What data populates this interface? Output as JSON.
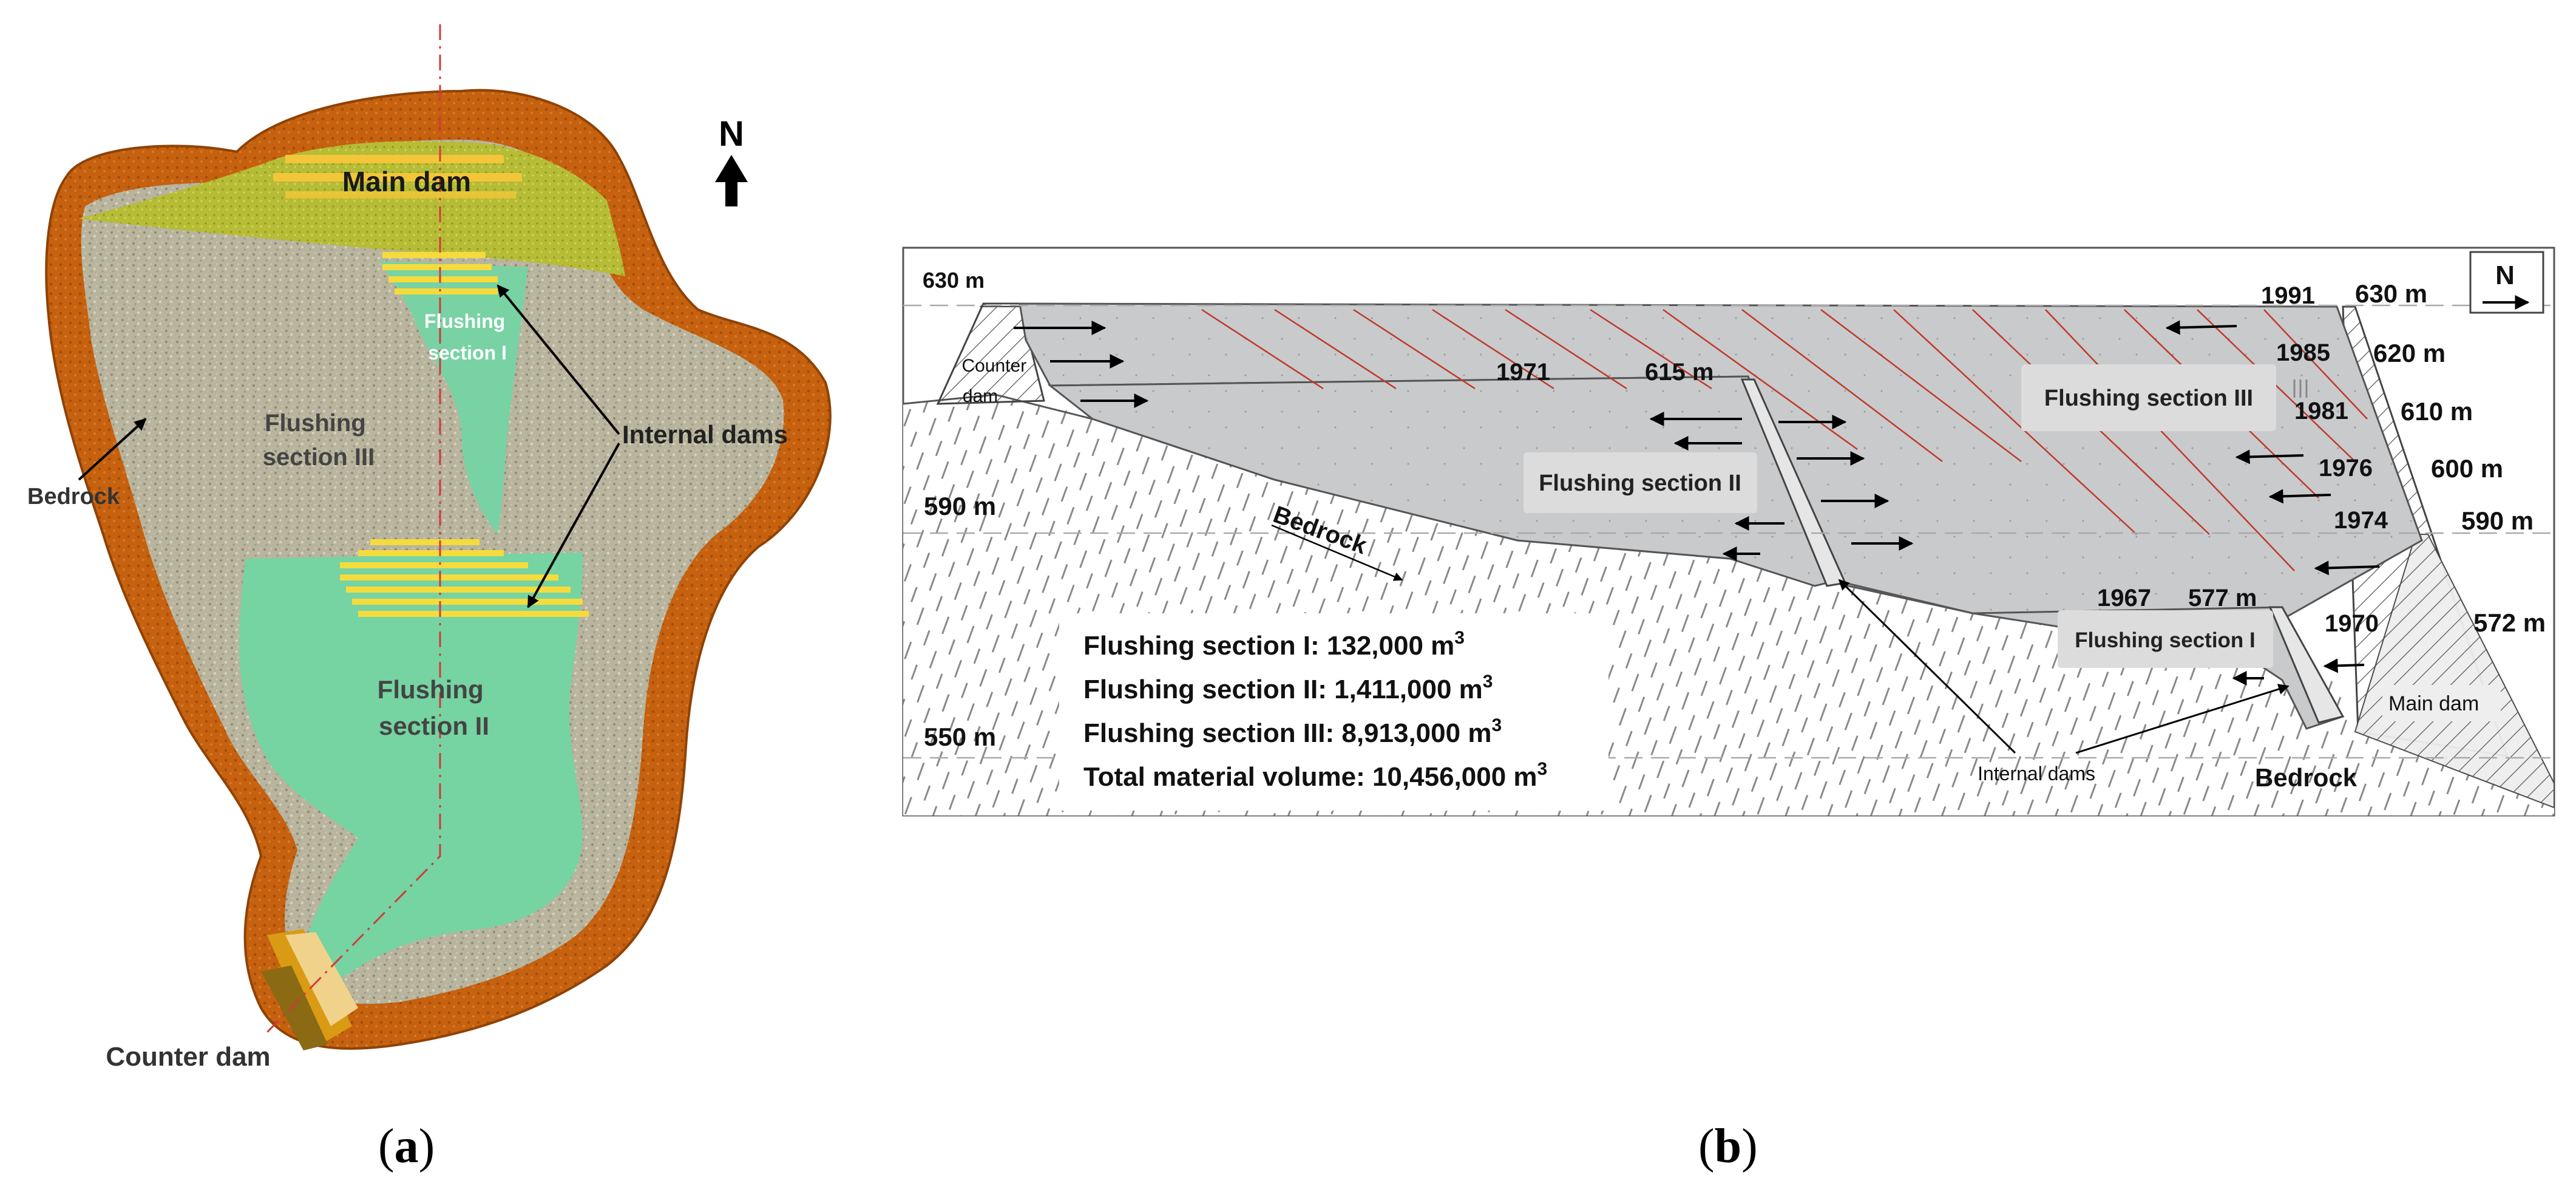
{
  "panel_a": {
    "labels": {
      "main_dam": "Main dam",
      "flushing_section_1": [
        "Flushing",
        "section I"
      ],
      "flushing_section_3": [
        "Flushing",
        "section III"
      ],
      "flushing_section_2": [
        "Flushing",
        "section II"
      ],
      "internal_dams": "Internal dams",
      "bedrock": "Bedrock",
      "counter_dam": "Counter dam",
      "north": "N"
    },
    "caption": {
      "open": "(",
      "letter": "a",
      "close": ")"
    }
  },
  "panel_b": {
    "elevations_left": [
      "630 m",
      "590 m",
      "550 m"
    ],
    "elevations_right": [
      "630 m",
      "620 m",
      "610 m",
      "600 m",
      "590 m",
      "572 m"
    ],
    "inner_elevations": [
      "615 m",
      "577 m"
    ],
    "years": [
      "1991",
      "1985",
      "1981",
      "1976",
      "1974",
      "1970",
      "1971",
      "1967"
    ],
    "section_labels": {
      "flushing_section_3": "Flushing section III",
      "flushing_section_2": "Flushing section II",
      "flushing_section_1": "Flushing section I"
    },
    "counter_dam": [
      "Counter",
      "dam"
    ],
    "main_dam": "Main dam",
    "internal_dams": "Internal dams",
    "bedrock_left": "Bedrock",
    "bedrock_right": "Bedrock",
    "north": "N",
    "volumes": [
      {
        "text": "Flushing section I: 132,000 m",
        "sup": "3"
      },
      {
        "text": "Flushing section II: 1,411,000 m",
        "sup": "3"
      },
      {
        "text": "Flushing section III: 8,913,000 m",
        "sup": "3"
      },
      {
        "text": "Total material volume: 10,456,000 m",
        "sup": "3"
      }
    ],
    "caption": {
      "open": "(",
      "letter": "b",
      "close": ")"
    }
  },
  "colors": {
    "bedrock_rim": "#c8620f",
    "bedrock_rim_dark": "#9a4708",
    "gravel": "#b7b39a",
    "main_dam": "#b8bd3a",
    "flushing_green": "#74d3a0",
    "dam_yellow": "#f2d23a",
    "section_fill": "#c8c9cb",
    "red_hatch": "#c0392b"
  }
}
